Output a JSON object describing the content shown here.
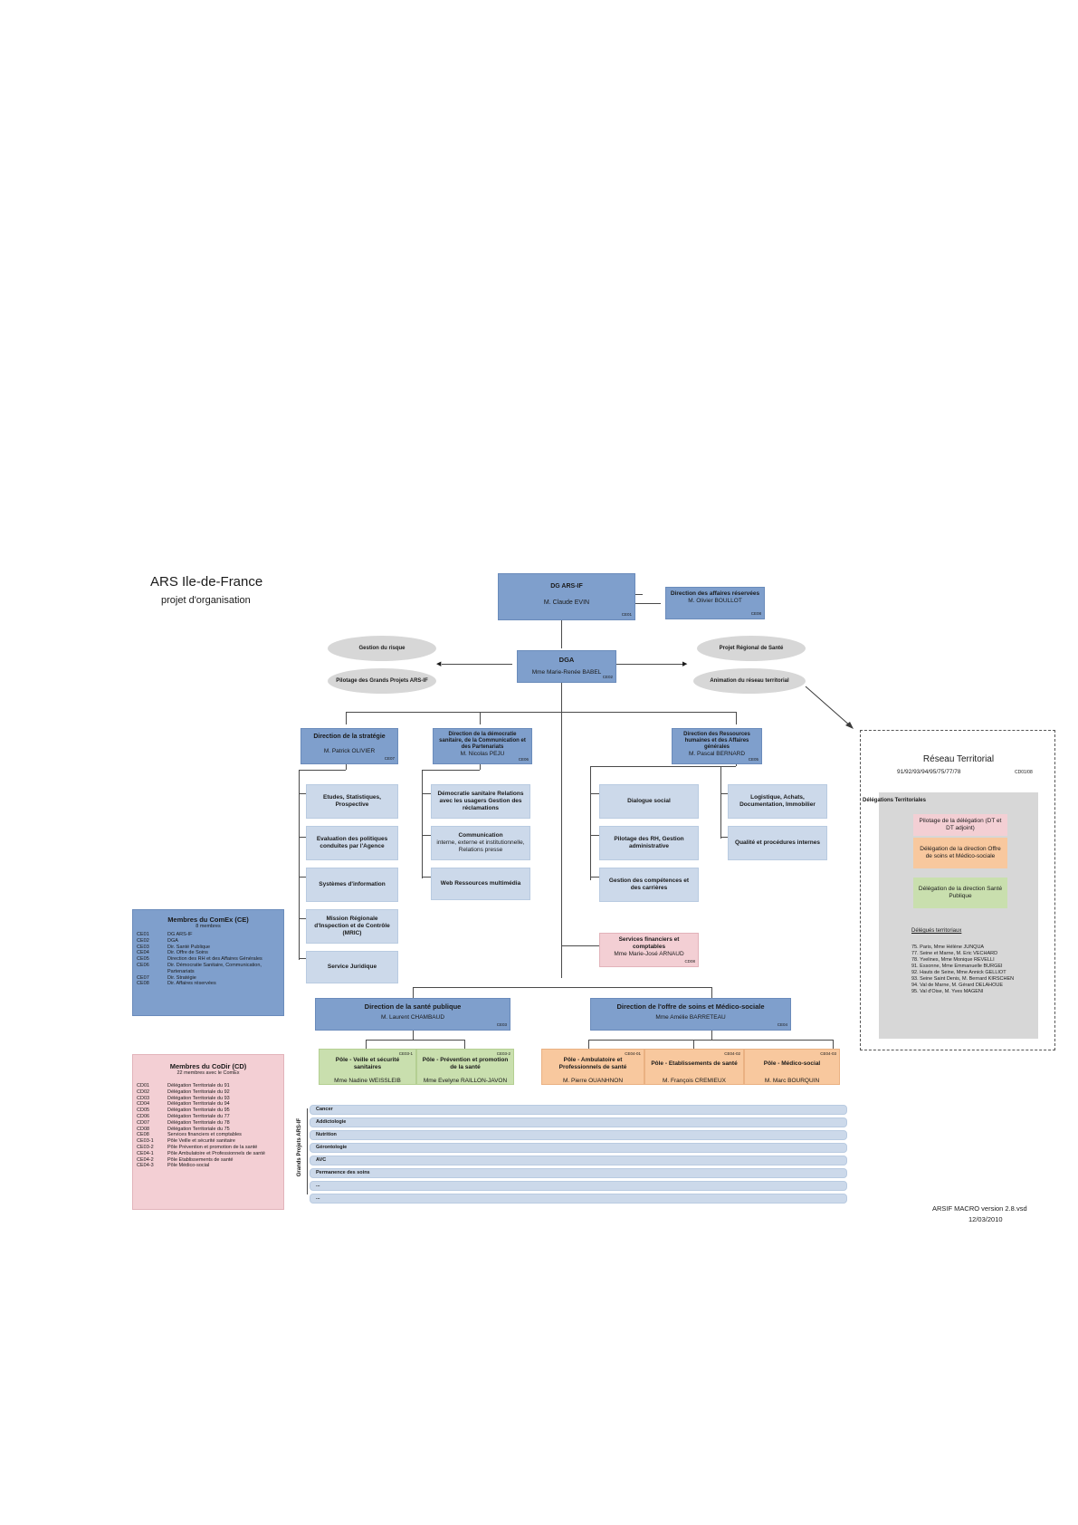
{
  "header": {
    "title": "ARS Ile-de-France",
    "subtitle": "projet d'organisation"
  },
  "dg": {
    "title": "DG ARS-IF",
    "name": "M. Claude EVIN",
    "code": "CE01"
  },
  "affaires": {
    "title": "Direction des affaires réservées",
    "name": "M. Olivier BOULLOT",
    "code": "CE08"
  },
  "dga": {
    "title": "DGA",
    "name": "Mme Marie-Renée BABEL",
    "code": "CE02"
  },
  "ellipses": {
    "risque": "Gestion du risque",
    "pilotage": "Pilotage des Grands Projets ARS-IF",
    "prs": "Projet Régional de Santé",
    "animation": "Animation du réseau territorial"
  },
  "strategie": {
    "title": "Direction de la stratégie",
    "name": "M. Patrick OLIVIER",
    "code": "CE07",
    "items": [
      "Etudes, Statistiques, Prospective",
      "Evaluation des politiques conduites par l'Agence",
      "Systèmes d'information",
      "Mission Régionale d'Inspection et de Contrôle (MRIC)",
      "Service Juridique"
    ]
  },
  "democratie": {
    "title": "Direction de la démocratie sanitaire, de la Communication et des Partenariats",
    "name": "M. Nicolas PEJU",
    "code": "CE06",
    "items": [
      {
        "title": "Démocratie sanitaire Relations avec les usagers Gestion des réclamations",
        "sub": ""
      },
      {
        "title": "Communication",
        "sub": "interne, externe et institutionnelle, Relations presse"
      },
      {
        "title": "Web Ressources multimédia",
        "sub": ""
      }
    ]
  },
  "rh": {
    "title": "Direction des Ressources humaines et des Affaires générales",
    "name": "M. Pascal BERNARD",
    "code": "CE05",
    "items_left": [
      "Dialogue social",
      "Pilotage des RH, Gestion administrative",
      "Gestion des compétences et des carrières"
    ],
    "items_right": [
      "Logistique, Achats, Documentation, Immobilier",
      "Qualité et procédures internes"
    ]
  },
  "finance": {
    "title": "Services financiers et comptables",
    "name": "Mme Marie-José ARNAUD",
    "code": "CD08"
  },
  "sante_publique": {
    "title": "Direction de la santé publique",
    "name": "M. Laurent CHAMBAUD",
    "code": "CE03",
    "poles": [
      {
        "title": "Pôle - Veille et sécurité sanitaires",
        "name": "Mme Nadine WEISSLEIB",
        "code": "CE03-1"
      },
      {
        "title": "Pôle - Prévention et promotion de la santé",
        "name": "Mme Evelyne RAILLON-JAVON",
        "code": "CE03-2"
      }
    ]
  },
  "offre_soins": {
    "title": "Direction de l'offre de soins et Médico-sociale",
    "name": "Mme Amélie BARRETEAU",
    "code": "CE04",
    "poles": [
      {
        "title": "Pôle - Ambulatoire et Professionnels de santé",
        "name": "M. Pierre OUANHNON",
        "code": "CE04-01"
      },
      {
        "title": "Pôle - Etablissements de santé",
        "name": "M. François CREMIEUX",
        "code": "CE04-02"
      },
      {
        "title": "Pôle - Médico-social",
        "name": "M. Marc BOURQUIN",
        "code": "CE04-03"
      }
    ]
  },
  "comex": {
    "title": "Membres du ComEx (CE)",
    "subtitle": "8 membres",
    "rows": [
      [
        "CE01",
        "DG ARS-IF"
      ],
      [
        "CE02",
        "DGA"
      ],
      [
        "CE03",
        "Dir. Santé Publique"
      ],
      [
        "CE04",
        "Dir. Offre de Soins"
      ],
      [
        "CE05",
        "Direction des RH et des Affaires Générales"
      ],
      [
        "CE06",
        "Dir. Démocratie Sanitaire, Communication, Partenariats"
      ],
      [
        "CE07",
        "Dir. Stratégie"
      ],
      [
        "CE08",
        "Dir. Affaires réservées"
      ]
    ]
  },
  "codir": {
    "title": "Membres du CoDir (CD)",
    "subtitle": "22 membres avec le ComEx",
    "rows": [
      [
        "CD01",
        "Délégation Territoriale du 91"
      ],
      [
        "CD02",
        "Délégation Territoriale du 92"
      ],
      [
        "CD03",
        "Délégation Territoriale du 93"
      ],
      [
        "CD04",
        "Délégation Territoriale du 94"
      ],
      [
        "CD05",
        "Délégation Territoriale du 95"
      ],
      [
        "CD06",
        "Délégation Territoriale du 77"
      ],
      [
        "CD07",
        "Délégation Territoriale du 78"
      ],
      [
        "CD08",
        "Délégation Territoriale du 75"
      ],
      [
        "CE08",
        "Services financiers et comptables"
      ],
      [
        "CE03-1",
        "Pôle Veille et sécurité sanitaire"
      ],
      [
        "CE03-2",
        "Pôle Prévention et promotion de la santé"
      ],
      [
        "CE04-1",
        "Pôle Ambulatoire et Professionnels de santé"
      ],
      [
        "CE04-2",
        "Pôle Etablissements de santé"
      ],
      [
        "CE04-3",
        "Pôle Médico-social"
      ]
    ]
  },
  "grands_projets": {
    "label": "Grands Projets ARS-IF",
    "bars": [
      "Cancer",
      "Addictologie",
      "Nutrition",
      "Gérontologie",
      "AVC",
      "Permanence des soins",
      "...",
      "..."
    ]
  },
  "reseau": {
    "title": "Réseau Territorial",
    "subtitle": "91/92/93/94/95/75/77/78",
    "code": "CD01/08",
    "delegations_label": "Délégations Territoriales",
    "boxes": [
      {
        "text": "Pilotage de la délégation (DT et DT adjoint)",
        "color": "#f3cfd4"
      },
      {
        "text": "Délégation de la direction Offre de soins et Médico-sociale",
        "color": "#f8c89e"
      },
      {
        "text": "Délégation de la direction Santé Publique",
        "color": "#c9dfae"
      }
    ],
    "delegues_label": "Délégués territoriaux",
    "delegues": [
      "75. Paris, Mme Hélène JUNQUA",
      "77. Seine et Marne, M. Eric VECHARD",
      "78. Yvelines, Mme Monique REVELLI",
      "91. Essonne, Mme Emmanuelle BURGEI",
      "92. Hauts de Seine, Mme Annick GELLIOT",
      "93. Seine Saint Denis, M. Bernard KIRSCHEN",
      "94. Val de Marne, M. Gérard DELAHOUE",
      "95. Val d'Oise, M. Yves MAGENI"
    ]
  },
  "footer": {
    "file": "ARSIF MACRO version 2.8.vsd",
    "date": "12/03/2010"
  }
}
